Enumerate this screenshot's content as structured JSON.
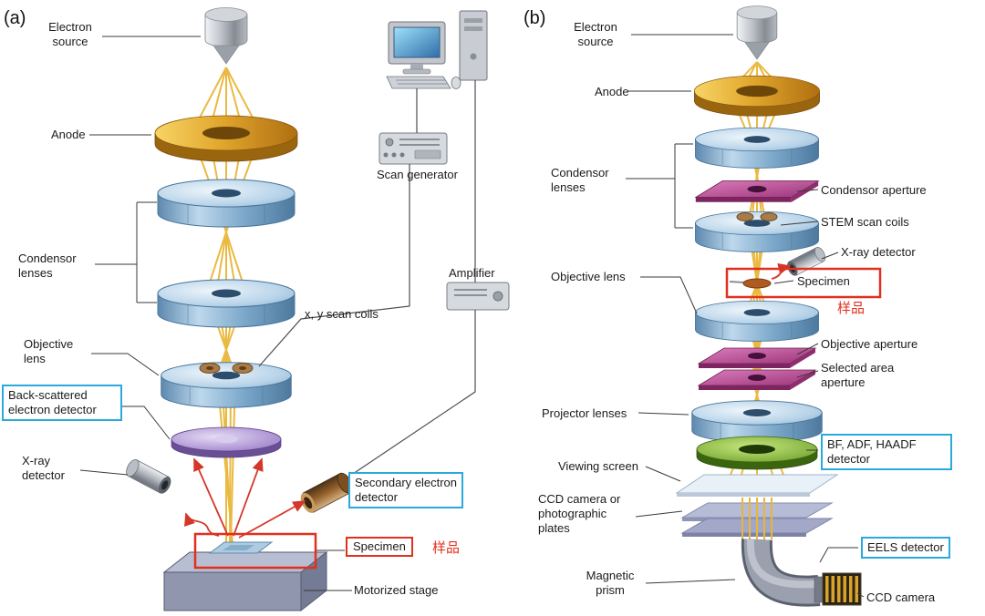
{
  "figure": {
    "panel_a": {
      "tag": "(a)",
      "electron_source": "Electron source",
      "anode": "Anode",
      "condensor_lenses": "Condensor lenses",
      "objective_lens": "Objective lens",
      "back_scattered_detector": "Back-scattered electron detector",
      "x_ray_detector": "X-ray detector",
      "secondary_detector": "Secondary electron detector",
      "specimen": "Specimen",
      "specimen_zh": "样品",
      "motorized_stage": "Motorized stage",
      "scan_generator": "Scan generator",
      "amplifier": "Amplifier",
      "scan_coils": "x, y scan coils"
    },
    "panel_b": {
      "tag": "(b)",
      "electron_source": "Electron source",
      "anode": "Anode",
      "condensor_lenses": "Condensor lenses",
      "condensor_aperture": "Condensor aperture",
      "stem_scan_coils": "STEM scan coils",
      "x_ray_detector": "X-ray detector",
      "objective_lens": "Objective lens",
      "specimen": "Specimen",
      "specimen_zh": "样品",
      "objective_aperture": "Objective aperture",
      "selected_area_aperture": "Selected area aperture",
      "projector_lenses": "Projector lenses",
      "bf_adf_haadf_detector": "BF, ADF, HAADF detector",
      "viewing_screen": "Viewing screen",
      "ccd_or_plates": "CCD camera or photographic plates",
      "eels_detector": "EELS detector",
      "magnetic_prism": "Magnetic prism",
      "ccd_camera": "CCD camera"
    },
    "colors": {
      "highlight_red": "#e0301e",
      "highlight_blue": "#2aa9de",
      "beam_gold": "#e9b637",
      "lens_blue": "#9cc0dc",
      "aperture_magenta": "#b0458c",
      "detector_green": "#6fa32a",
      "detector_purple": "#8e6ec0"
    }
  }
}
